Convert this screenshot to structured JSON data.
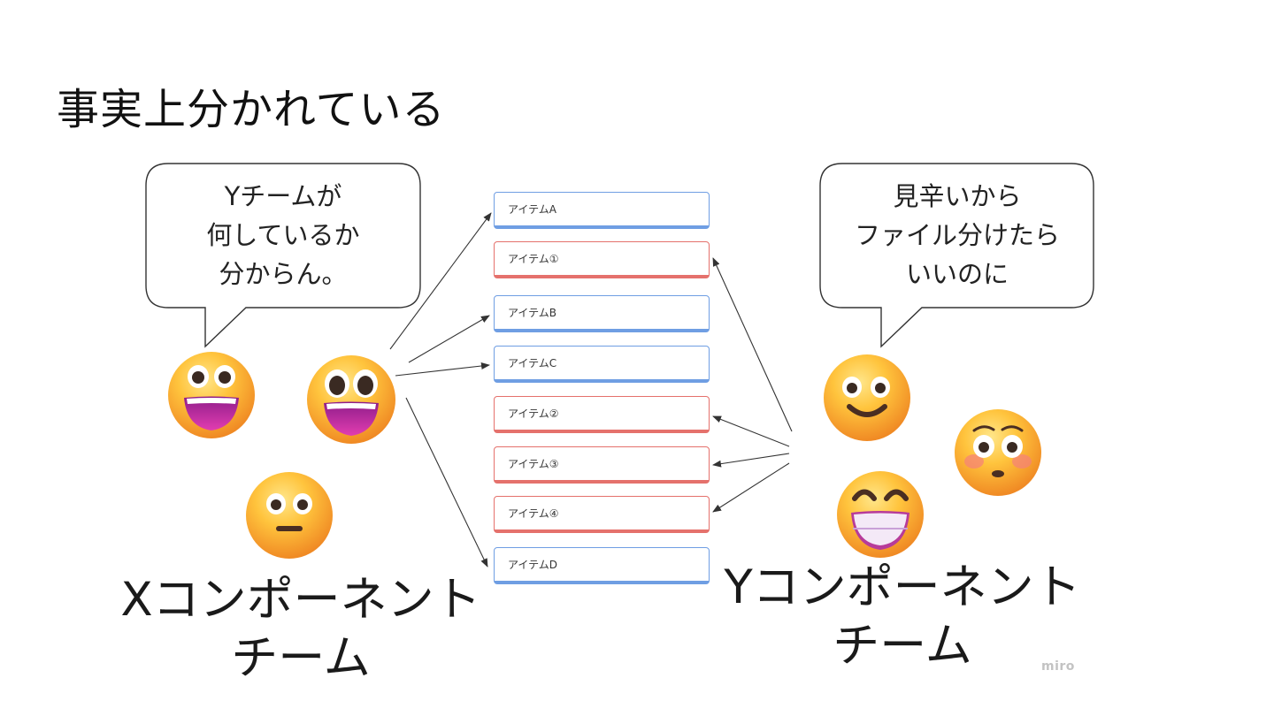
{
  "slide": {
    "title": "事実上分かれている"
  },
  "bubbles": {
    "x_team": {
      "lines": [
        "Yチームが",
        "何しているか",
        "分からん。"
      ]
    },
    "y_team": {
      "lines": [
        "見辛いから",
        "ファイル分けたら",
        "いいのに"
      ]
    }
  },
  "items": [
    {
      "label": "アイテムA",
      "owner": "x",
      "color": "#6f9ee3"
    },
    {
      "label": "アイテム①",
      "owner": "y",
      "color": "#e5716c"
    },
    {
      "label": "アイテムB",
      "owner": "x",
      "color": "#6f9ee3"
    },
    {
      "label": "アイテムC",
      "owner": "x",
      "color": "#6f9ee3"
    },
    {
      "label": "アイテム②",
      "owner": "y",
      "color": "#e5716c"
    },
    {
      "label": "アイテム③",
      "owner": "y",
      "color": "#e5716c"
    },
    {
      "label": "アイテム④",
      "owner": "y",
      "color": "#e5716c"
    },
    {
      "label": "アイテムD",
      "owner": "x",
      "color": "#6f9ee3"
    }
  ],
  "teams": {
    "x": {
      "lines": [
        "Xコンポーネント",
        "チーム"
      ]
    },
    "y": {
      "lines": [
        "Yコンポーネント",
        "チーム"
      ]
    }
  },
  "emojis": {
    "x_team": [
      "grinning-face-big-eyes-icon",
      "grinning-face-big-eyes-icon",
      "neutral-face-icon"
    ],
    "y_team": [
      "slightly-smiling-face-icon",
      "flushed-face-icon",
      "beaming-face-icon"
    ]
  },
  "watermark": "miro"
}
